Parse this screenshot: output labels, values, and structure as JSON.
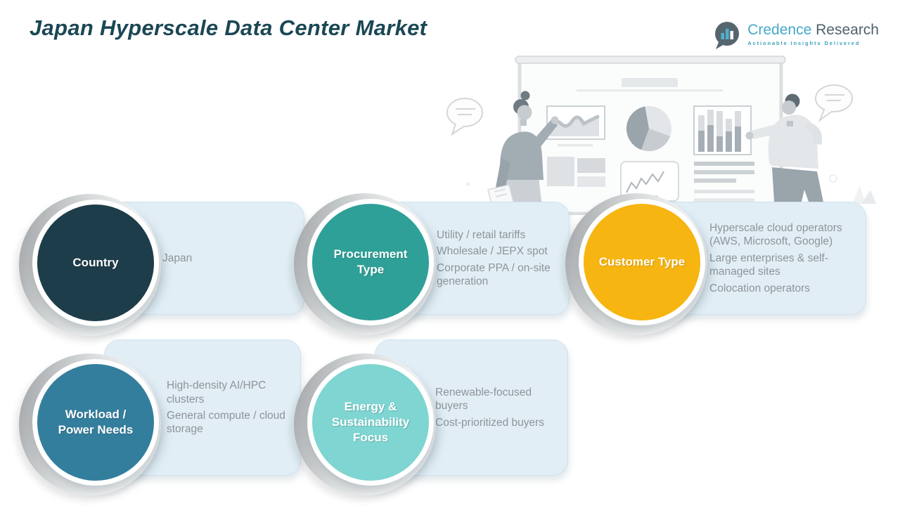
{
  "header": {
    "title": "Japan Hyperscale Data Center Market",
    "logo": {
      "brand_primary": "Credence",
      "brand_secondary": "Research",
      "tagline": "Actionable Insights Delivered"
    }
  },
  "colors": {
    "title_text": "#1B4754",
    "panel_bg": "#E1EEF6",
    "panel_border": "#CFE2EF",
    "item_text": "#8E9499",
    "circle_label_text": "#FFFFFF",
    "logo_primary": "#45A8CA",
    "logo_secondary": "#51616C",
    "logo_tagline": "#3BA3BD"
  },
  "segments": [
    {
      "label": "Country",
      "color": "#1E3D4A",
      "items": [
        "Japan"
      ]
    },
    {
      "label": "Procurement Type",
      "color": "#2FA098",
      "items": [
        "Utility / retail tariffs",
        "Wholesale / JEPX spot",
        "Corporate PPA / on-site generation"
      ]
    },
    {
      "label": "Customer Type",
      "color": "#F7B511",
      "items": [
        "Hyperscale cloud operators (AWS, Microsoft, Google)",
        "Large enterprises & self-managed sites",
        "Colocation operators"
      ]
    },
    {
      "label": "Workload / Power Needs",
      "color": "#347E9D",
      "items": [
        "High-density AI/HPC clusters",
        "General compute / cloud storage"
      ]
    },
    {
      "label": "Energy & Sustainability Focus",
      "color": "#7ED5D1",
      "items": [
        "Renewable-focused buyers",
        "Cost-prioritized buyers"
      ]
    }
  ]
}
